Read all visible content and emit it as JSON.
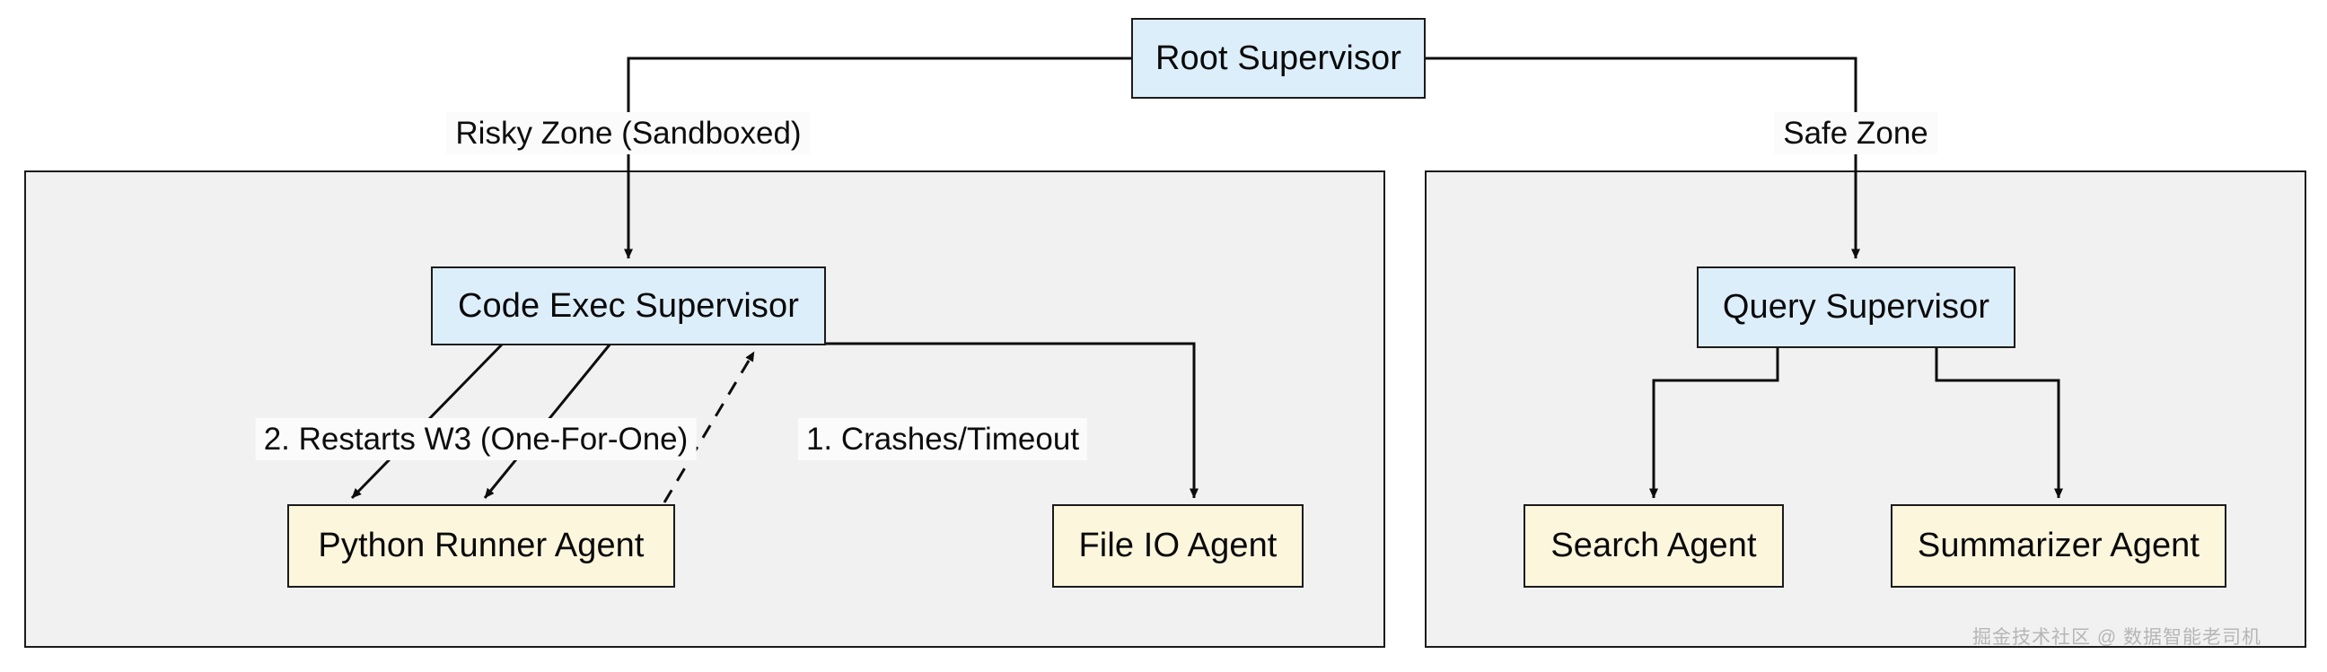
{
  "diagram": {
    "type": "flowchart",
    "title": "Supervisor Agent Hierarchy",
    "colors": {
      "supervisor_fill": "#ddeefb",
      "agent_fill": "#fcf6dd",
      "zone_fill": "#f1f1f1",
      "stroke": "#1b1b1b",
      "canvas": "#ffffff",
      "watermark": "#b6b6b6"
    },
    "root": {
      "label": "Root Supervisor"
    },
    "zones": [
      {
        "id": "risky",
        "label": "Risky Zone (Sandboxed)",
        "supervisor": {
          "label": "Code Exec Supervisor"
        },
        "agents": [
          {
            "label": "Python Runner Agent"
          },
          {
            "label": "File IO Agent"
          }
        ],
        "edge_labels": [
          {
            "label": "2.  Restarts W3 (One-For-One)"
          },
          {
            "label": "1. Crashes/Timeout"
          }
        ]
      },
      {
        "id": "safe",
        "label": "Safe Zone",
        "supervisor": {
          "label": "Query Supervisor"
        },
        "agents": [
          {
            "label": "Search Agent"
          },
          {
            "label": "Summarizer Agent"
          }
        ],
        "edge_labels": []
      }
    ],
    "watermark": "掘金技术社区 @ 数据智能老司机"
  }
}
